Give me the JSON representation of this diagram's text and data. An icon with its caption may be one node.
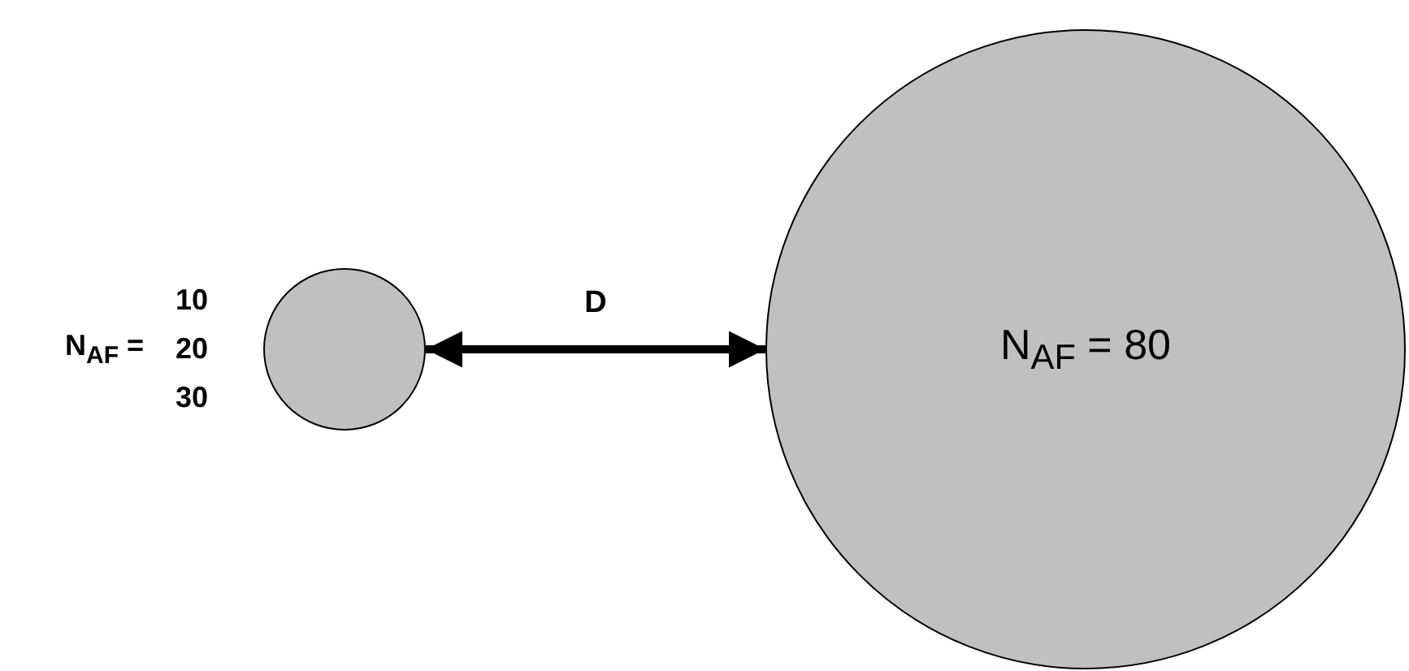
{
  "diagram": {
    "nodes": [
      {
        "text": [],
        "shape": "circle"
      },
      {
        "text": [
          "N$_{AF}$ = 80"
        ]
      }
    ],
    "edges": [
      {
        "from": 0,
        "to": 1,
        "arrow": "both",
        "label": "D"
      }
    ],
    "labels": [
      "N$_{AF}$ =",
      "10",
      "20",
      "30"
    ]
  }
}
